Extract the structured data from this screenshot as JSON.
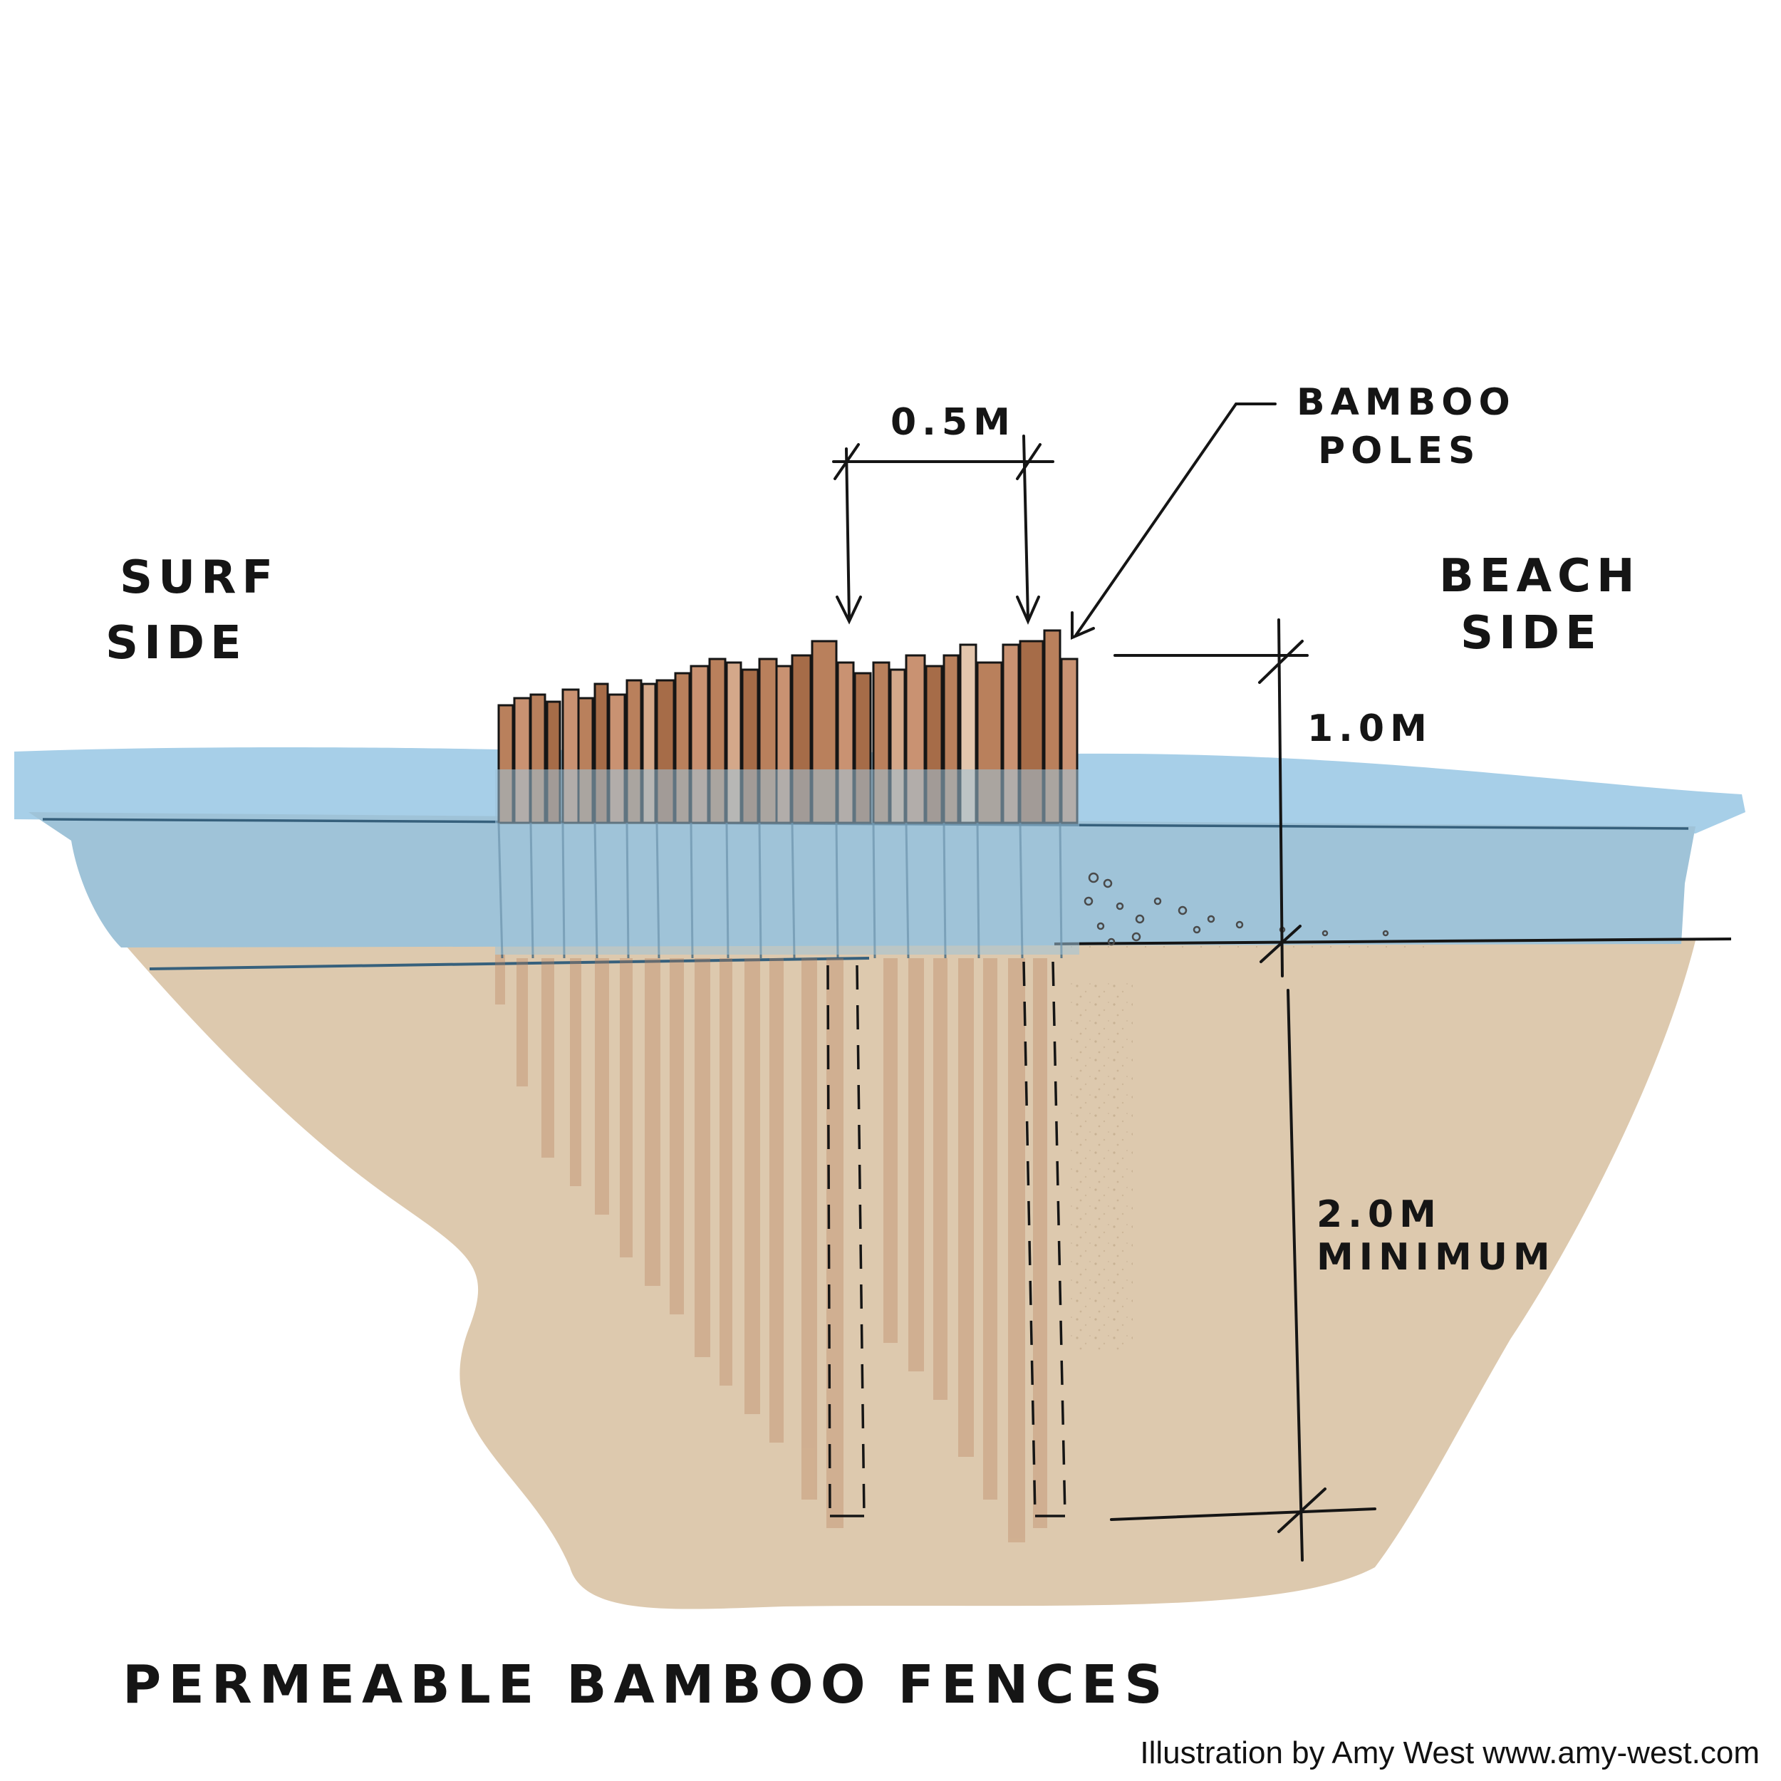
{
  "title": "PERMEABLE BAMBOO FENCES",
  "credit": "Illustration by Amy West www.amy-west.com",
  "labels": {
    "surf_side": [
      "SURF",
      "SIDE"
    ],
    "beach_side": [
      "BEACH",
      "SIDE"
    ],
    "bamboo_poles": [
      "BAMBOO",
      "POLES"
    ],
    "spacing": "0.5M",
    "height_above": "1.0M",
    "depth_below": [
      "2.0M",
      "MINIMUM"
    ]
  },
  "colors": {
    "water_light": "#a7cfe8",
    "water_deep": "#9fc3d8",
    "sand": "#ddc9ae",
    "pole": "#b9805c",
    "pole_dark": "#8f5a3a",
    "ink": "#151515",
    "water_line": "#36607c"
  }
}
